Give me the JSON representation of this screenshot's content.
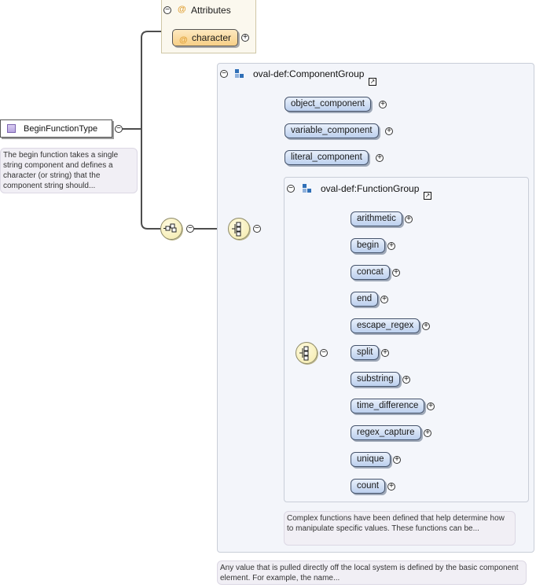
{
  "root": {
    "name": "BeginFunctionType",
    "doc": "The begin function takes a single string component and defines a character (or string) that the component string should..."
  },
  "attributes": {
    "title": "Attributes",
    "at_symbol": "@",
    "items": [
      {
        "name": "character"
      }
    ]
  },
  "component_group": {
    "name": "oval-def:ComponentGroup",
    "elements": [
      "object_component",
      "variable_component",
      "literal_component"
    ],
    "doc": "Any value that is pulled directly off the local system is defined by the basic component element. For example, the name..."
  },
  "function_group": {
    "name": "oval-def:FunctionGroup",
    "elements": [
      "arithmetic",
      "begin",
      "concat",
      "end",
      "escape_regex",
      "split",
      "substring",
      "time_difference",
      "regex_capture",
      "unique",
      "count"
    ],
    "doc": "Complex functions have been defined that help determine how to manipulate specific values. These functions can be..."
  },
  "glyphs": {
    "expand": "+",
    "collapse": "−",
    "external": "↗"
  },
  "colors": {
    "element_fill_top": "#e9f0fb",
    "element_fill_bottom": "#bcd0ee",
    "attribute_fill": "#f7cf86",
    "group_panel": "#f3f5fa",
    "type_icon": "#b8a6e0",
    "compositor": "#f3e9a8"
  }
}
